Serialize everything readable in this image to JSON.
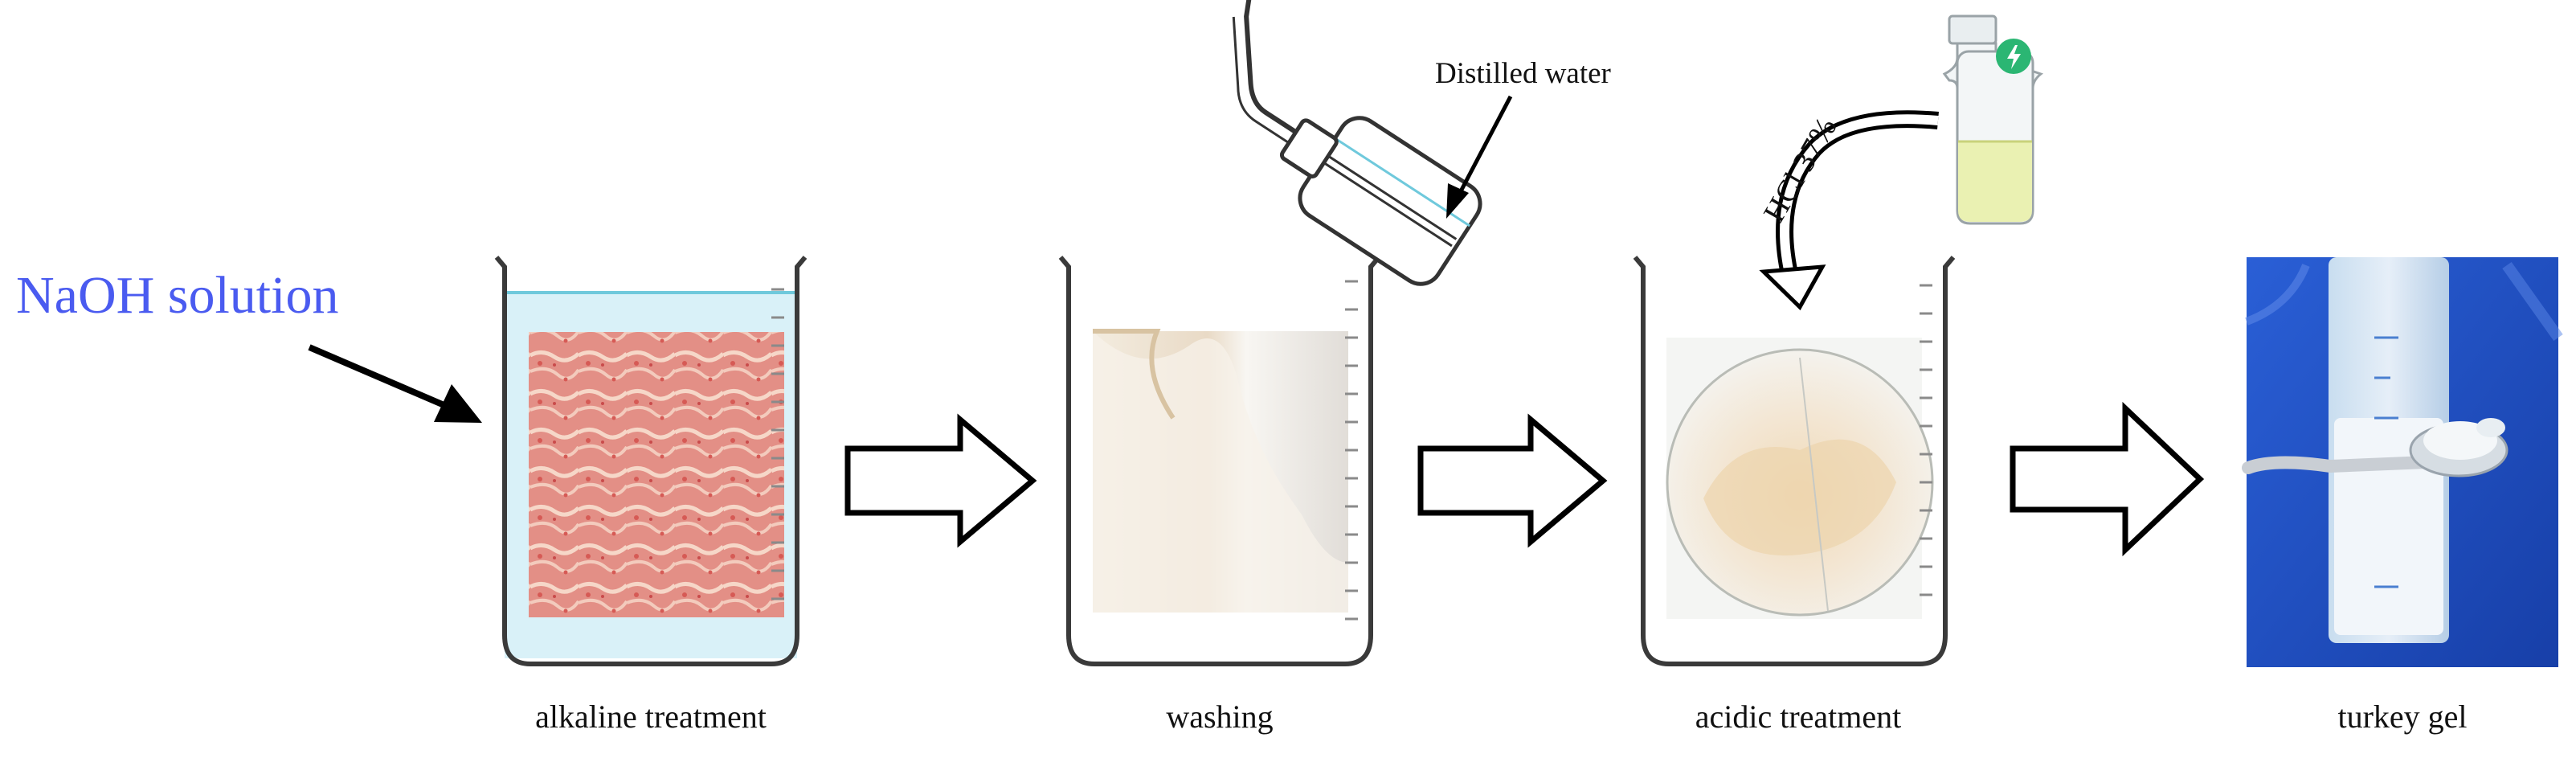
{
  "labels": {
    "naoh": "NaOH solution",
    "distilled_water": "Distilled water",
    "hcl": "HCl 37%"
  },
  "steps": [
    {
      "label": "alkaline  treatment"
    },
    {
      "label": "washing"
    },
    {
      "label": "acidic  treatment"
    },
    {
      "label": "turkey gel"
    }
  ],
  "colors": {
    "naoh_text": "#4a5bf0",
    "beaker_outline": "#3a3a3a",
    "liquid": "#d9f1f8",
    "liquid_line": "#6fc9dc",
    "hcl_liquid": "#eaf1b2",
    "bottle_badge": "#2bb673",
    "gel_background": "#1f4fc7",
    "arrow_fill": "#ffffff",
    "arrow_stroke": "#000000"
  },
  "icons": {
    "wash_bottle": "wash-bottle-icon",
    "reagent_bottle": "reagent-bottle-icon",
    "curved_arrow": "curved-arrow-icon",
    "process_arrow": "process-arrow-icon"
  }
}
